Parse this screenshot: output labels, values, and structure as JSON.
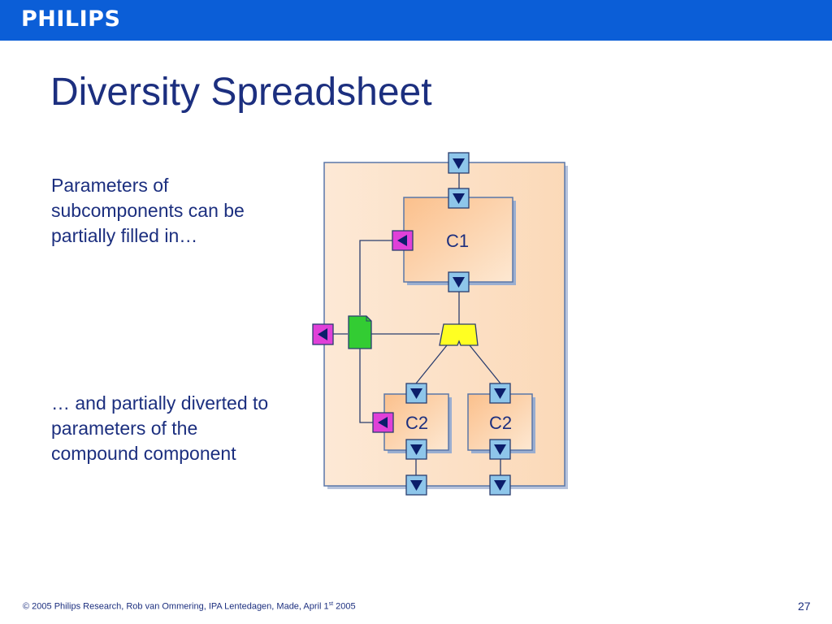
{
  "header": {
    "logo": "PHILIPS"
  },
  "slide": {
    "title": "Diversity Spreadsheet",
    "text_top": [
      "Parameters of",
      "subcomponents can be",
      "partially filled in…"
    ],
    "text_bottom": [
      "… and partially diverted to",
      "parameters of the",
      "compound component"
    ]
  },
  "diagram": {
    "components": {
      "c1": "C1",
      "c2_left": "C2",
      "c2_right": "C2"
    },
    "colors": {
      "outer_fill_start": "#fde9d6",
      "outer_fill_end": "#fce0c4",
      "component_fill_start": "#fbc08c",
      "component_fill_end": "#fde4cc",
      "input_port": "#8ec6ea",
      "arrow": "#0b1e6b",
      "magenta_port": "#e040d8",
      "document": "#33cc33",
      "switch": "#ffff22",
      "line": "#2a3d6e",
      "border": "#5a77a8"
    }
  },
  "footer": {
    "text_main": "© 2005 Philips Research,  Rob van Ommering, IPA Lentedagen, Made, April 1",
    "text_sup": "st",
    "text_end": " 2005",
    "page": "27"
  }
}
